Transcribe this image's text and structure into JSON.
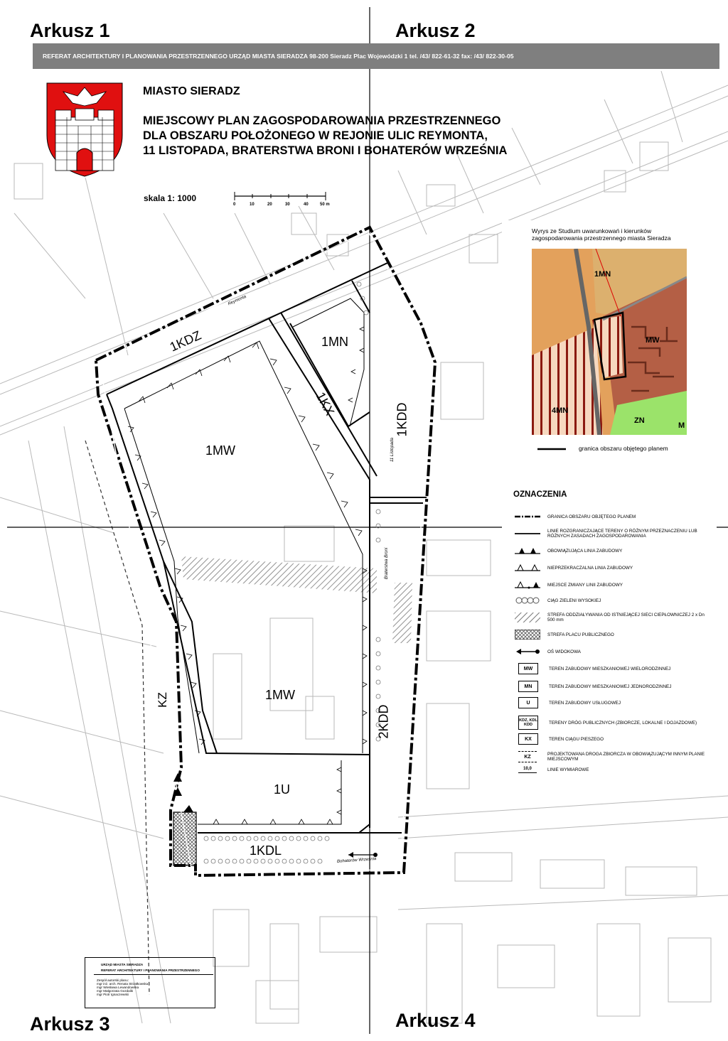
{
  "sheets": {
    "s1": "Arkusz 1",
    "s2": "Arkusz 2",
    "s3": "Arkusz 3",
    "s4": "Arkusz 4"
  },
  "header_bar": "REFERAT ARCHITEKTURY I PLANOWANIA PRZESTRZENNEGO  URZĄD  MIASTA  SIERADZA   98-200  Sieradz  Plac  Wojewódzki  1   tel. /43/  822-61-32   fax:  /43/  822-30-05",
  "title": {
    "city": "MIASTO SIERADZ",
    "line1": "MIEJSCOWY PLAN ZAGOSPODAROWANIA PRZESTRZENNEGO",
    "line2": "DLA OBSZARU POŁOŻONEGO W REJONIE ULIC REYMONTA,",
    "line3": "11 LISTOPADA, BRATERSTWA BRONI I BOHATERÓW WRZEŚNIA"
  },
  "scale": {
    "label": "skala  1: 1000",
    "ticks": [
      "0",
      "10",
      "20",
      "30",
      "40",
      "50 m"
    ]
  },
  "zones": {
    "kdz": "1KDZ",
    "mn": "1MN",
    "kx": "1KX",
    "kdd1": "1KDD",
    "mw1": "1MW",
    "mw2": "1MW",
    "u": "1U",
    "kdd2": "2KDD",
    "kdl": "1KDL",
    "kz": "KZ"
  },
  "streets": {
    "reymonta": "Reymonta",
    "listopada": "11 Listopada",
    "braterstwa": "Braterstwa Broni",
    "bohaterow": "Bohaterów Września"
  },
  "study": {
    "title": "Wyrys ze Studium uwarunkowań i kierunków zagospodarowania przestrzennego miasta Sieradza",
    "labels": {
      "mn1": "1MN",
      "mw": "MW",
      "mn4": "4MN",
      "zn": "ZN",
      "m": "M"
    },
    "boundary_label": "granica obszaru objętego planem",
    "colors": {
      "orange": "#e3a15c",
      "brown": "#b45f45",
      "light": "#f6d8bf",
      "green": "#9be36a",
      "red": "#8b1a10"
    }
  },
  "legend": {
    "title": "OZNACZENIA",
    "items": [
      {
        "sym": "",
        "text": "GRANICA OBSZARU OBJĘTEGO PLANEM"
      },
      {
        "sym": "",
        "text": "LINIE ROZGRANICZAJĄCE TERENY O RÓŻNYM PRZEZNACZENIU LUB RÓŻNYCH ZASADACH ZAGOSPODAROWANIA"
      },
      {
        "sym": "",
        "text": "OBOWIĄZUJĄCA LINIA ZABUDOWY"
      },
      {
        "sym": "",
        "text": "NIEPRZEKRACZALNA LINIA ZABUDOWY"
      },
      {
        "sym": "",
        "text": "MIEJSCE ZMIANY LINII ZABUDOWY"
      },
      {
        "sym": "",
        "text": "CIĄG ZIELENI WYSOKIEJ"
      },
      {
        "sym": "",
        "text": "STREFA ODDZIAŁYWANIA OD ISTNIEJĄCEJ SIECI CIEPŁOWNICZEJ 2 x Dn 500 mm"
      },
      {
        "sym": "",
        "text": "STREFA PLACU PUBLICZNEGO"
      },
      {
        "sym": "",
        "text": "OŚ WIDOKOWA"
      },
      {
        "sym": "MW",
        "text": "TEREN ZABUDOWY MIESZKANIOWEJ WIELORODZINNEJ"
      },
      {
        "sym": "MN",
        "text": "TEREN ZABUDOWY MIESZKANIOWEJ JEDNORODZINNEJ"
      },
      {
        "sym": "U",
        "text": "TEREN ZABUDOWY USŁUGOWEJ"
      },
      {
        "sym": "KDZ, KDL KDD",
        "text": "TERENY DRÓG PUBLICZNYCH (ZBIORCZE, LOKALNE I DOJAZDOWE)"
      },
      {
        "sym": "KX",
        "text": "TEREN CIĄGU PIESZEGO"
      },
      {
        "sym": "KZ",
        "text": "PROJEKTOWANA DROGA ZBIORCZA W OBOWIĄZUJĄCYM INNYM PLANIE MIEJSCOWYM"
      },
      {
        "sym": "10,0",
        "text": "LINIE WYMIAROWE"
      }
    ]
  },
  "stamp": {
    "l1": "URZĄD  MIASTA  SIERADZA",
    "l2": "REFERAT ARCHITEKTURY I PLANOWANIA PRZESTRZENNEGO",
    "l3": "Zespół autorski planu:",
    "l4": "mgr inż. arch. Renata Strzałkowska",
    "l5": "mgr Wiesława Lewandowska",
    "l6": "mgr Małgorzata Gozdalik",
    "l7": "mgr Piotr Ignaczewski"
  }
}
